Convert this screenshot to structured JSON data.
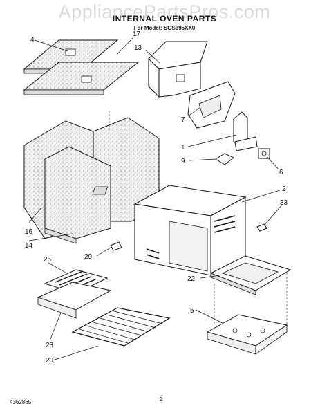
{
  "watermark": "AppliancePartsPros.com",
  "title": "INTERNAL OVEN PARTS",
  "subtitle": "For Model: SGS395XX0",
  "footer": {
    "doc_number": "4362865",
    "page_number": "2"
  },
  "callouts": [
    "4",
    "17",
    "13",
    "7",
    "1",
    "9",
    "6",
    "2",
    "33",
    "16",
    "14",
    "29",
    "25",
    "22",
    "5",
    "23",
    "20"
  ],
  "colors": {
    "line": "#111111",
    "insulation_fill": "#e9e9e9",
    "part_fill": "#ffffff"
  }
}
